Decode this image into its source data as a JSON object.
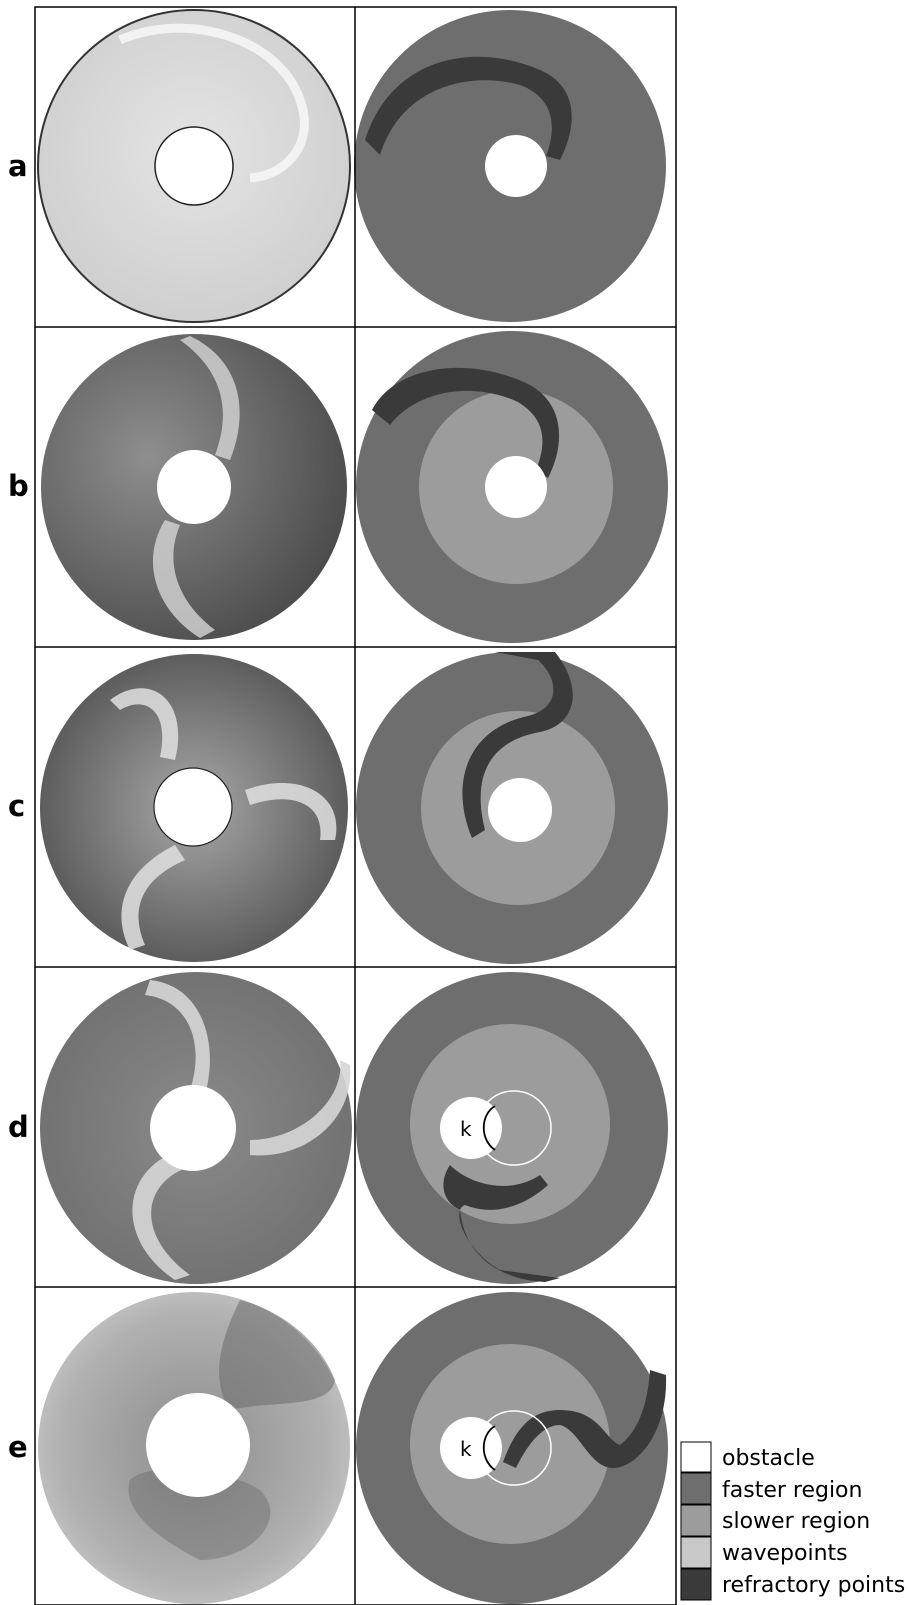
{
  "rows": [
    {
      "label": "a",
      "k": ""
    },
    {
      "label": "b",
      "k": ""
    },
    {
      "label": "c",
      "k": ""
    },
    {
      "label": "d",
      "k": "k"
    },
    {
      "label": "e",
      "k": "k"
    }
  ],
  "legend": [
    {
      "label": "obstacle",
      "color": "#ffffff"
    },
    {
      "label": "faster region",
      "color": "#6e6e6e"
    },
    {
      "label": "slower region",
      "color": "#9c9c9c"
    },
    {
      "label": "wavepoints",
      "color": "#c8c8c8"
    },
    {
      "label": "refractory points",
      "color": "#3a3a3a"
    }
  ],
  "colors": {
    "obstacle": "#ffffff",
    "faster": "#6e6e6e",
    "slower": "#9c9c9c",
    "wave": "#c8c8c8",
    "refractory": "#3a3a3a",
    "frame": "#000000"
  }
}
